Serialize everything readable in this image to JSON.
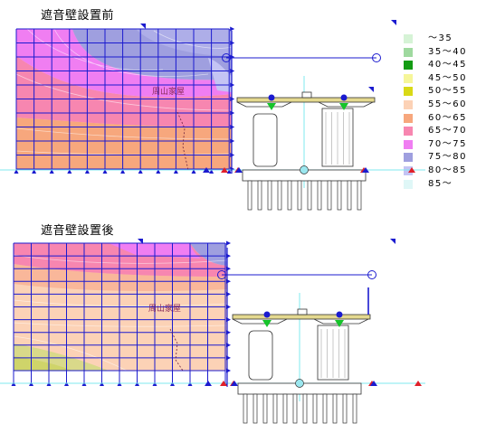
{
  "panels": [
    {
      "title": "遮音壁設置前",
      "house_label": "周山家屋"
    },
    {
      "title": "遮音壁設置後",
      "house_label": "周山家屋"
    }
  ],
  "legend": [
    {
      "label": "～35",
      "color": "#d6f3d6"
    },
    {
      "label": "35～40",
      "color": "#9fd99f"
    },
    {
      "label": "40～45",
      "color": "#139c13"
    },
    {
      "label": "45～50",
      "color": "#f6f699"
    },
    {
      "label": "50～55",
      "color": "#d9d916"
    },
    {
      "label": "55～60",
      "color": "#fcd2b6"
    },
    {
      "label": "60～65",
      "color": "#f7a77d"
    },
    {
      "label": "65～70",
      "color": "#f786b0"
    },
    {
      "label": "70～75",
      "color": "#f07ef2"
    },
    {
      "label": "75～80",
      "color": "#9f9fdf"
    },
    {
      "label": "80～85",
      "color": "#c4c4f4"
    },
    {
      "label": "85～",
      "color": "#dff7f7"
    }
  ],
  "colors": {
    "grid": "#1b1bcf",
    "axis_line": "#7fe9ef",
    "marker_red": "#e0202a",
    "marker_green": "#16c42a"
  }
}
